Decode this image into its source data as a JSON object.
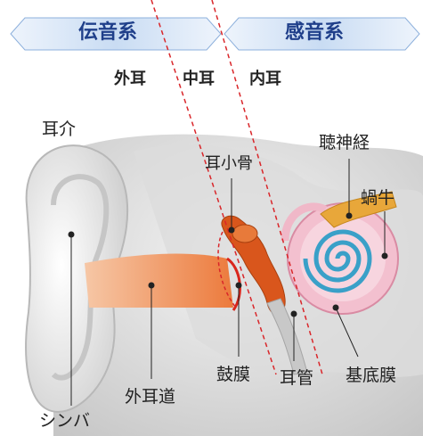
{
  "banners": {
    "left": "伝音系",
    "right": "感音系"
  },
  "regions": {
    "outer": "外耳",
    "middle": "中耳",
    "inner": "内耳"
  },
  "labels": {
    "auricle": "耳介",
    "ossicles": "耳小骨",
    "auditory_nerve": "聴神経",
    "cochlea": "蝸牛",
    "external_canal": "外耳道",
    "eardrum": "鼓膜",
    "eustachian_tube": "耳管",
    "basilar_membrane": "基底膜",
    "cymba": "シンバ"
  },
  "colors": {
    "banner_fill": "#cfe0f5",
    "banner_edge": "#7fa6d6",
    "banner_text": "#1f3f8a",
    "divider": "#d9262a",
    "canal": "#f08a4a",
    "ossicle": "#d9561c",
    "nerve": "#e8a73a",
    "cochlea": "#f0b8c8",
    "cochlea_duct": "#3aa0c8"
  }
}
